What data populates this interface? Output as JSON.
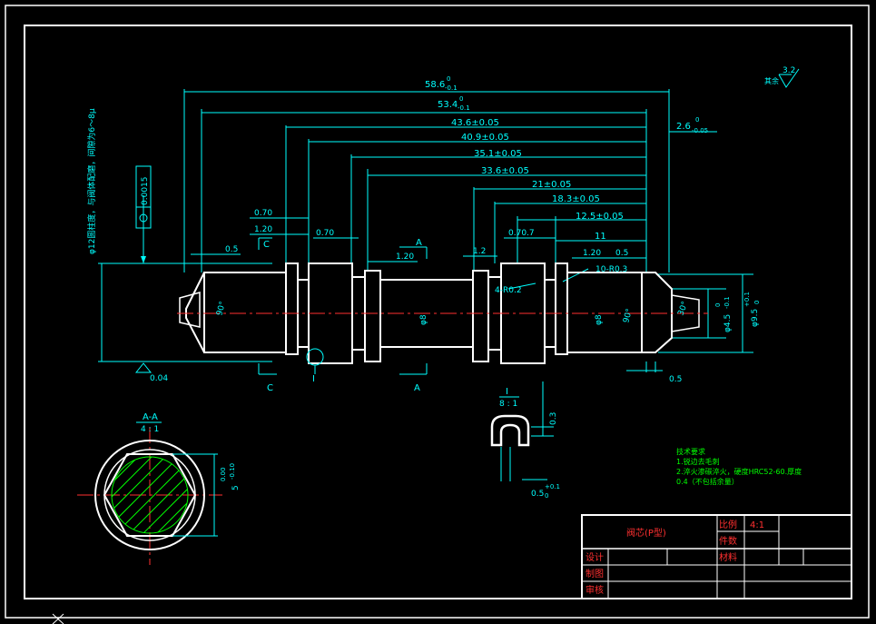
{
  "drawing": {
    "colors": {
      "background": "#000000",
      "outline": "#ffffff",
      "dimension": "#00ffff",
      "centerline": "#ff3030",
      "notes": "#00ff00",
      "hatch": "#00ff00"
    },
    "dims": {
      "d586": "58.6",
      "d586_tol_up": "0",
      "d586_tol_dn": "-0.1",
      "d534": "53.4",
      "d534_tol_up": "0",
      "d534_tol_dn": "-0.1",
      "d436": "43.6±0.05",
      "d409": "40.9±0.05",
      "d351": "35.1±0.05",
      "d336": "33.6±0.05",
      "d21": "21±0.05",
      "d183": "18.3±0.05",
      "d125": "12.5±0.05",
      "d11": "11",
      "d26": "2.6",
      "d26_tol_up": "0",
      "d26_tol_dn": "-0.05",
      "d070a": "0.70",
      "d120a": "1.20",
      "d05a": "0.5",
      "d070b": "0.70",
      "d120b": "1.20",
      "d12": "1.2",
      "d0707": "0.70.7",
      "d120c": "1.20",
      "d05b": "0.5",
      "r03": "10-R0.3",
      "r02": "4-R0.2",
      "phi8a": "φ8",
      "phi8b": "φ8",
      "ang90a": "90°",
      "ang90b": "90°",
      "ang30": "30°",
      "phi45": "φ4.5",
      "phi45_tol_up": "0",
      "phi45_tol_dn": "-0.1",
      "phi95": "φ9.5",
      "phi95_tol_up": "+0.1",
      "phi95_tol_dn": "0",
      "d05c": "0.5",
      "d004": "0.04",
      "tol_box": "0.0015",
      "vertical_note": "φ12圆柱度，与阀体配磨，间隙为6～8μ",
      "rough_val": "3.2",
      "rough_rest": "其余"
    },
    "sections": {
      "aa_title": "A-A",
      "aa_scale": "4 : 1",
      "aa_dim": "5",
      "aa_dim_up": "0.00",
      "aa_dim_dn": "-0.10",
      "detail_title": "I",
      "detail_scale": "8 : 1",
      "detail_d03": "0.3",
      "detail_d05": "0.5",
      "detail_d05_up": "+0.1",
      "detail_d05_dn": "0"
    },
    "markers": {
      "c1": "C",
      "c2": "C",
      "a1": "A",
      "a2": "A",
      "i1": "I"
    },
    "notes": {
      "title": "技术要求",
      "line1": "1.锐边去毛刺",
      "line2": "2.淬火渗碳淬火，硬度HRC52-60.厚度",
      "line3": "0.4（不包括余量）"
    },
    "title_block": {
      "part_name": "阀芯(P型)",
      "scale_label": "比例",
      "scale_value": "4:1",
      "qty_label": "件数",
      "material_label": "材料",
      "design_label": "设计",
      "draw_label": "制图",
      "check_label": "审核"
    }
  }
}
